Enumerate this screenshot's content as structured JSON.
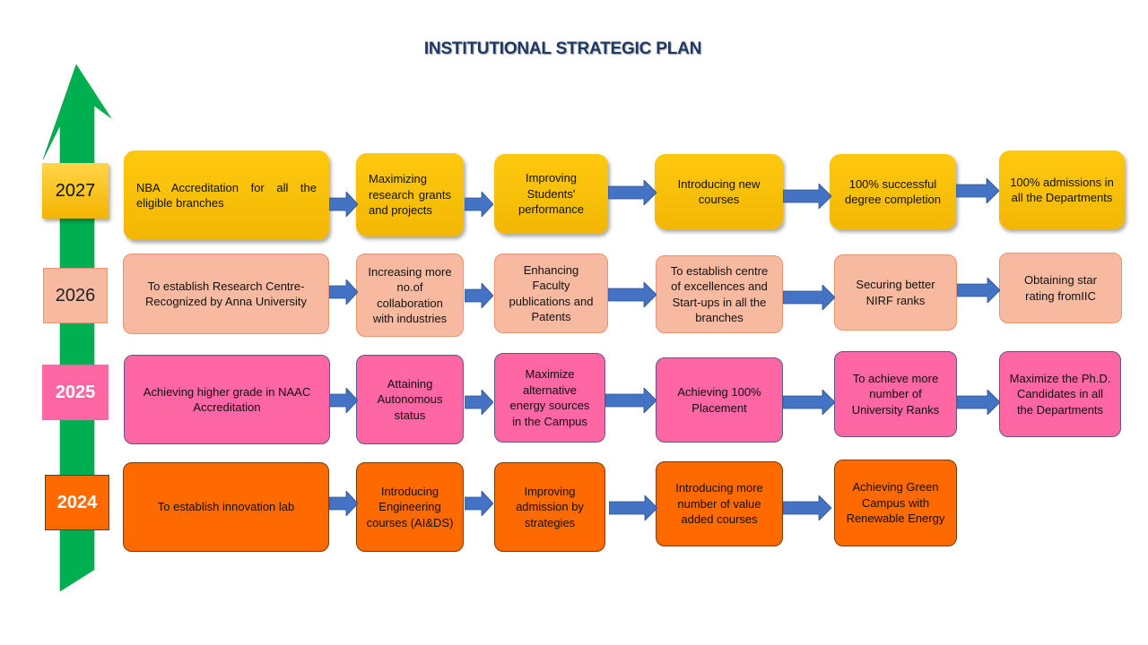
{
  "title": "INSTITUTIONAL STRATEGIC PLAN",
  "colors": {
    "gold": "#FFC000",
    "peach": "#F8B9A1",
    "pink": "#FF66A3",
    "orange": "#FF6600",
    "arrow_blue": "#4472C4",
    "timeline_green": "#00B050",
    "title_navy": "#1F3864"
  },
  "rows": [
    {
      "year": "2027",
      "items": [
        "NBA Accreditation for all the eligible branches",
        "Maximizing research grants and projects",
        "Improving Students' performance",
        "Introducing new courses",
        "100% successful degree completion",
        "100% admissions in all the Departments"
      ]
    },
    {
      "year": "2026",
      "items": [
        "To establish Research Centre- Recognized by Anna University",
        "Increasing more no.of collaboration with industries",
        "Enhancing Faculty publications and Patents",
        "To establish centre of excellences and Start-ups in all the branches",
        "Securing better NIRF ranks",
        "Obtaining star rating fromIIC"
      ]
    },
    {
      "year": "2025",
      "items": [
        "Achieving higher grade in NAAC Accreditation",
        "Attaining Autonomous status",
        "Maximize alternative energy sources in the Campus",
        "Achieving 100% Placement",
        "To achieve more number of University Ranks",
        "Maximize the Ph.D. Candidates in all the Departments"
      ]
    },
    {
      "year": "2024",
      "items": [
        "To establish innovation lab",
        "Introducing Engineering courses (AI&DS)",
        "Improving admission by strategies",
        "Introducing more number of value added courses",
        "Achieving Green Campus with Renewable Energy"
      ]
    }
  ]
}
